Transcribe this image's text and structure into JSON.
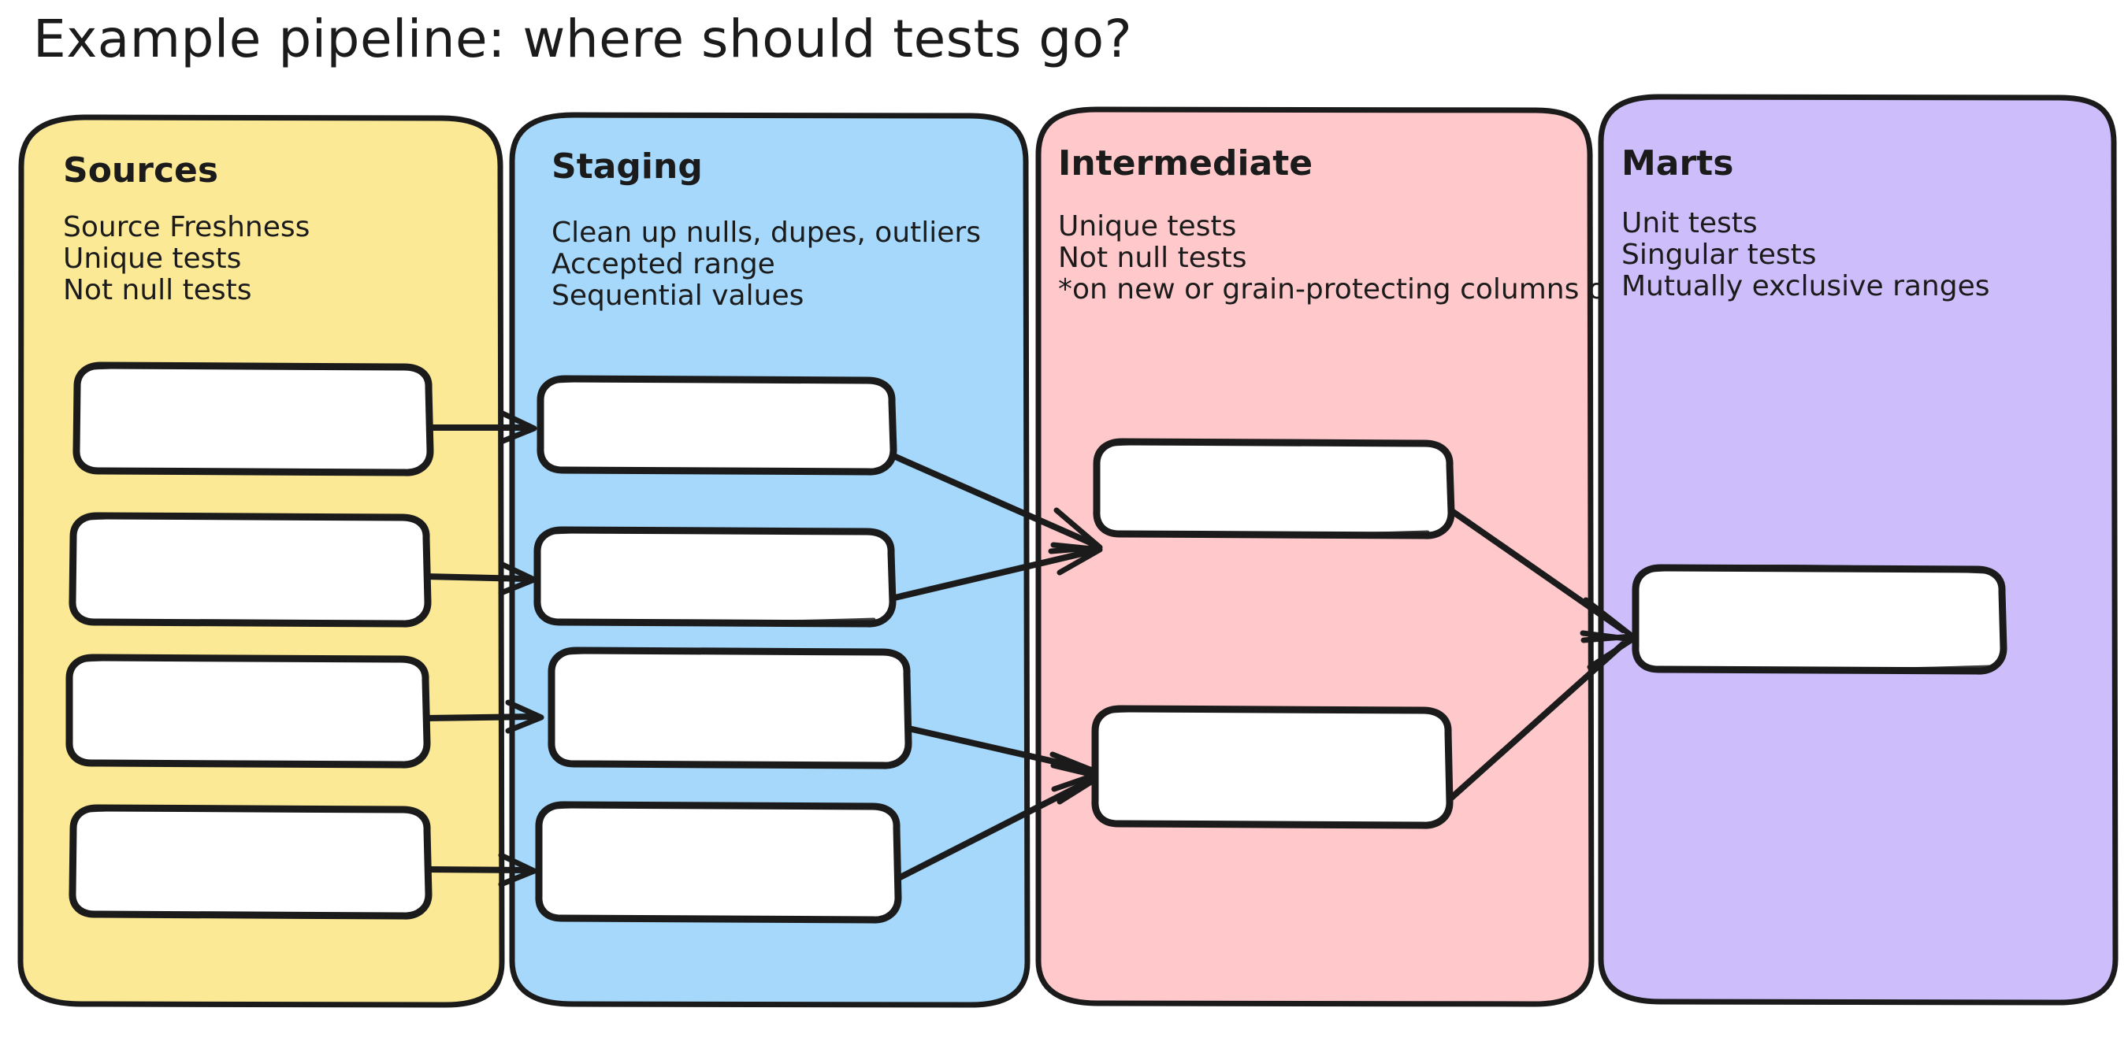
{
  "title": "Example pipeline: where should tests go?",
  "colors": {
    "sources_fill": "#FCE996",
    "staging_fill": "#A5D8FB",
    "intermediate_fill": "#FFC9CB",
    "marts_fill": "#CDBEFB",
    "stroke": "#1b1b1b",
    "node_fill": "#FFFFFF",
    "background": "#FFFFFF"
  },
  "lanes": [
    {
      "id": "sources",
      "heading": "Sources",
      "bullets": [
        "Source Freshness",
        "Unique tests",
        "Not null tests"
      ],
      "node_count": 4
    },
    {
      "id": "staging",
      "heading": "Staging",
      "bullets": [
        "Clean up nulls, dupes, outliers",
        "Accepted range",
        "Sequential values"
      ],
      "node_count": 4
    },
    {
      "id": "intermediate",
      "heading": "Intermediate",
      "bullets": [
        "Unique tests",
        "Not null tests",
        "*on new or grain-protecting columns only"
      ],
      "node_count": 2
    },
    {
      "id": "marts",
      "heading": "Marts",
      "bullets": [
        "Unit tests",
        "Singular tests",
        "Mutually exclusive ranges"
      ],
      "node_count": 1
    }
  ],
  "edges": [
    {
      "from": "source-1",
      "to": "staging-1"
    },
    {
      "from": "source-2",
      "to": "staging-2"
    },
    {
      "from": "source-3",
      "to": "staging-3"
    },
    {
      "from": "source-4",
      "to": "staging-4"
    },
    {
      "from": "staging-1",
      "to": "intermediate-1"
    },
    {
      "from": "staging-2",
      "to": "intermediate-1"
    },
    {
      "from": "staging-3",
      "to": "intermediate-2"
    },
    {
      "from": "staging-4",
      "to": "intermediate-2"
    },
    {
      "from": "intermediate-1",
      "to": "marts-1"
    },
    {
      "from": "intermediate-2",
      "to": "marts-1"
    }
  ]
}
